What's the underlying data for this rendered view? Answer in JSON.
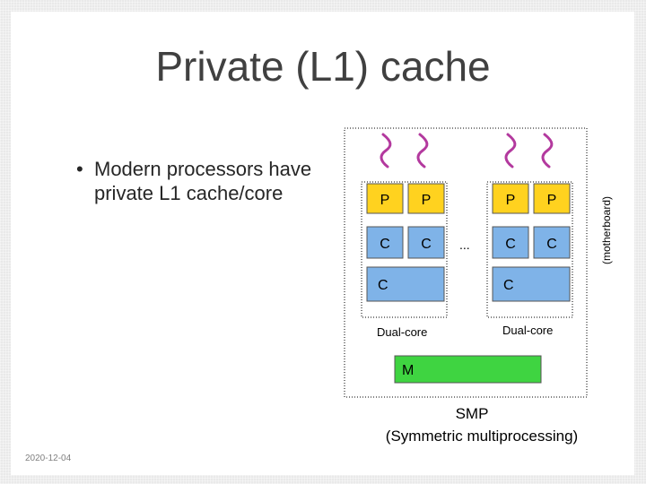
{
  "slide": {
    "title": "Private (L1) cache",
    "bullet": "Modern processors have private L1 cache/core",
    "date": "2020-12-04"
  },
  "diagram": {
    "motherboard_label": "(motherboard)",
    "chips": [
      {
        "name": "Dual-core",
        "processors": [
          "P",
          "P"
        ],
        "private_caches": [
          "C",
          "C"
        ],
        "shared_cache": "C"
      },
      {
        "name": "Dual-core",
        "processors": [
          "P",
          "P"
        ],
        "private_caches": [
          "C",
          "C"
        ],
        "shared_cache": "C"
      }
    ],
    "ellipsis": "...",
    "memory_label": "M",
    "caption_line1": "SMP",
    "caption_line2": "(Symmetric multiprocessing)",
    "colors": {
      "processor": "#ffd21f",
      "cache": "#7fb3e8",
      "memory": "#3fd441",
      "thread": "#b3399e"
    }
  }
}
